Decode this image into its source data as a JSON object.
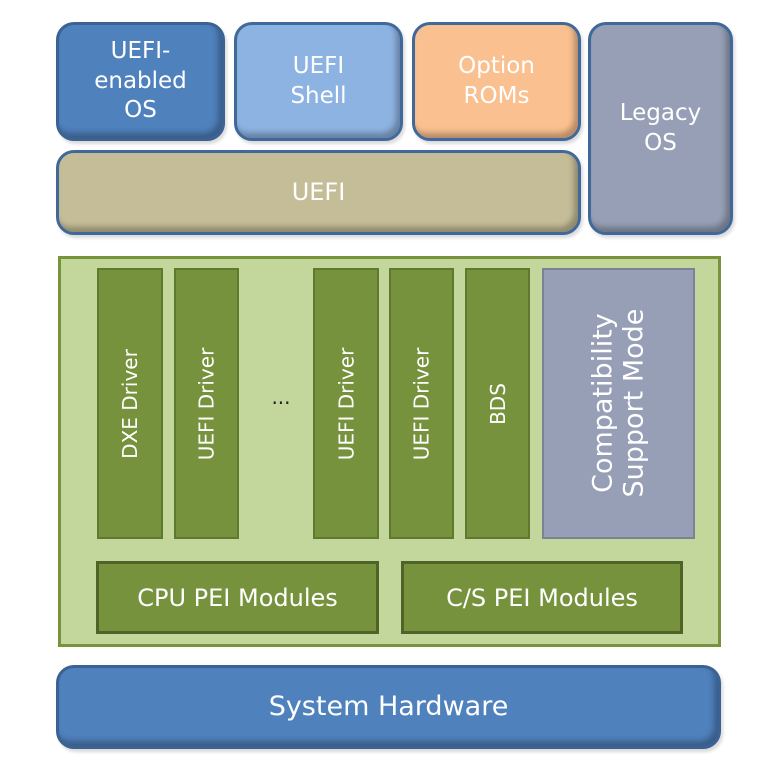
{
  "diagram": {
    "top_layer": {
      "uefi_enabled_os": "UEFI-\nenabled\nOS",
      "uefi_enabled_os_lines": [
        "UEFI-",
        "enabled",
        "OS"
      ],
      "uefi_shell_lines": [
        "UEFI",
        "Shell"
      ],
      "option_roms_lines": [
        "Option",
        "ROMs"
      ],
      "legacy_os_lines": [
        "Legacy",
        "OS"
      ],
      "uefi_bar": "UEFI"
    },
    "firmware": {
      "drivers": [
        "DXE Driver",
        "UEFI Driver",
        "UEFI Driver",
        "UEFI Driver",
        "BDS"
      ],
      "ellipsis": "...",
      "csm_lines": [
        "Compatibility",
        "Support Mode"
      ],
      "pei_modules": [
        "CPU PEI Modules",
        "C/S PEI Modules"
      ]
    },
    "hardware": "System Hardware"
  },
  "colors": {
    "uefi_enabled_os": "#4f81bd",
    "uefi_shell": "#8db3e2",
    "option_roms": "#fac08f",
    "legacy_os": "#969fb5",
    "uefi_bar": "#c4bd97",
    "platform_bg": "#c3d69b",
    "driver": "#76923c",
    "csm": "#969fb5",
    "system_hardware": "#4f81bd"
  }
}
